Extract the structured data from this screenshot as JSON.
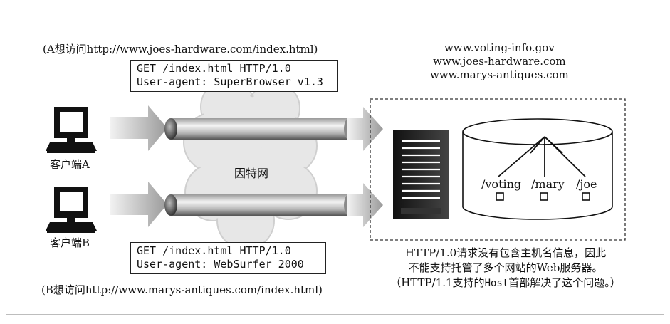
{
  "request_a": {
    "caption": "(A想访问http://www.joes-hardware.com/index.html)",
    "line1": "GET /index.html HTTP/1.0",
    "line2": "User-agent: SuperBrowser v1.3"
  },
  "request_b": {
    "caption": "(B想访问http://www.marys-antiques.com/index.html)",
    "line1": "GET /index.html HTTP/1.0",
    "line2": "User-agent: WebSurfer 2000"
  },
  "clients": [
    {
      "label": "客户端A"
    },
    {
      "label": "客户端B"
    }
  ],
  "internet_label": "因特网",
  "server_hosts": [
    "www.voting-info.gov",
    "www.joes-hardware.com",
    "www.marys-antiques.com"
  ],
  "storage_paths": [
    "/voting",
    "/mary",
    "/joe"
  ],
  "note": {
    "line1": "HTTP/1.0请求没有包含主机名信息，因此",
    "line2": "不能支持托管了多个网站的Web服务器。",
    "line3_prefix": "（HTTP/1.1支持的",
    "line3_code": "Host",
    "line3_suffix": "首部解决了这个问题。）"
  }
}
